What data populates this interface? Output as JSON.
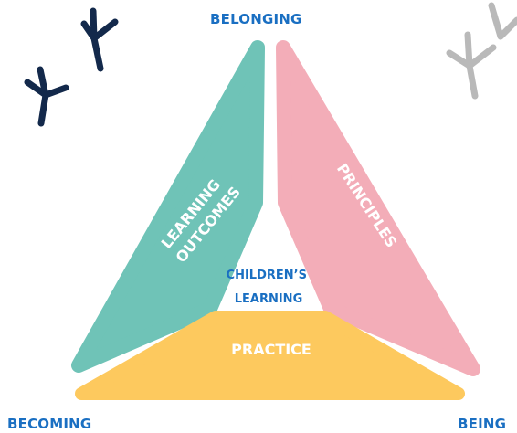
{
  "corners": {
    "top": "BELONGING",
    "bottom_left": "BECOMING",
    "bottom_right": "BEING"
  },
  "sections": {
    "left": {
      "line1": "LEARNING",
      "line2": "OUTCOMES"
    },
    "right": {
      "line1": "PRINCIPLES"
    },
    "bottom": {
      "line1": "PRACTICE"
    }
  },
  "center": {
    "line1": "CHILDREN’S",
    "line2": "LEARNING"
  },
  "colors": {
    "corner_label": "#1a6fc2",
    "center_label": "#1a6fc2",
    "section_text": "#ffffff",
    "left_section": "#6fc3b7",
    "right_section": "#f3adb8",
    "bottom_section": "#fdc95e",
    "footprints_dark": "#13294b",
    "footprints_light": "#b9b9b9"
  },
  "decorations": [
    "footprint-icon",
    "footprint-icon",
    "footprint-icon"
  ]
}
